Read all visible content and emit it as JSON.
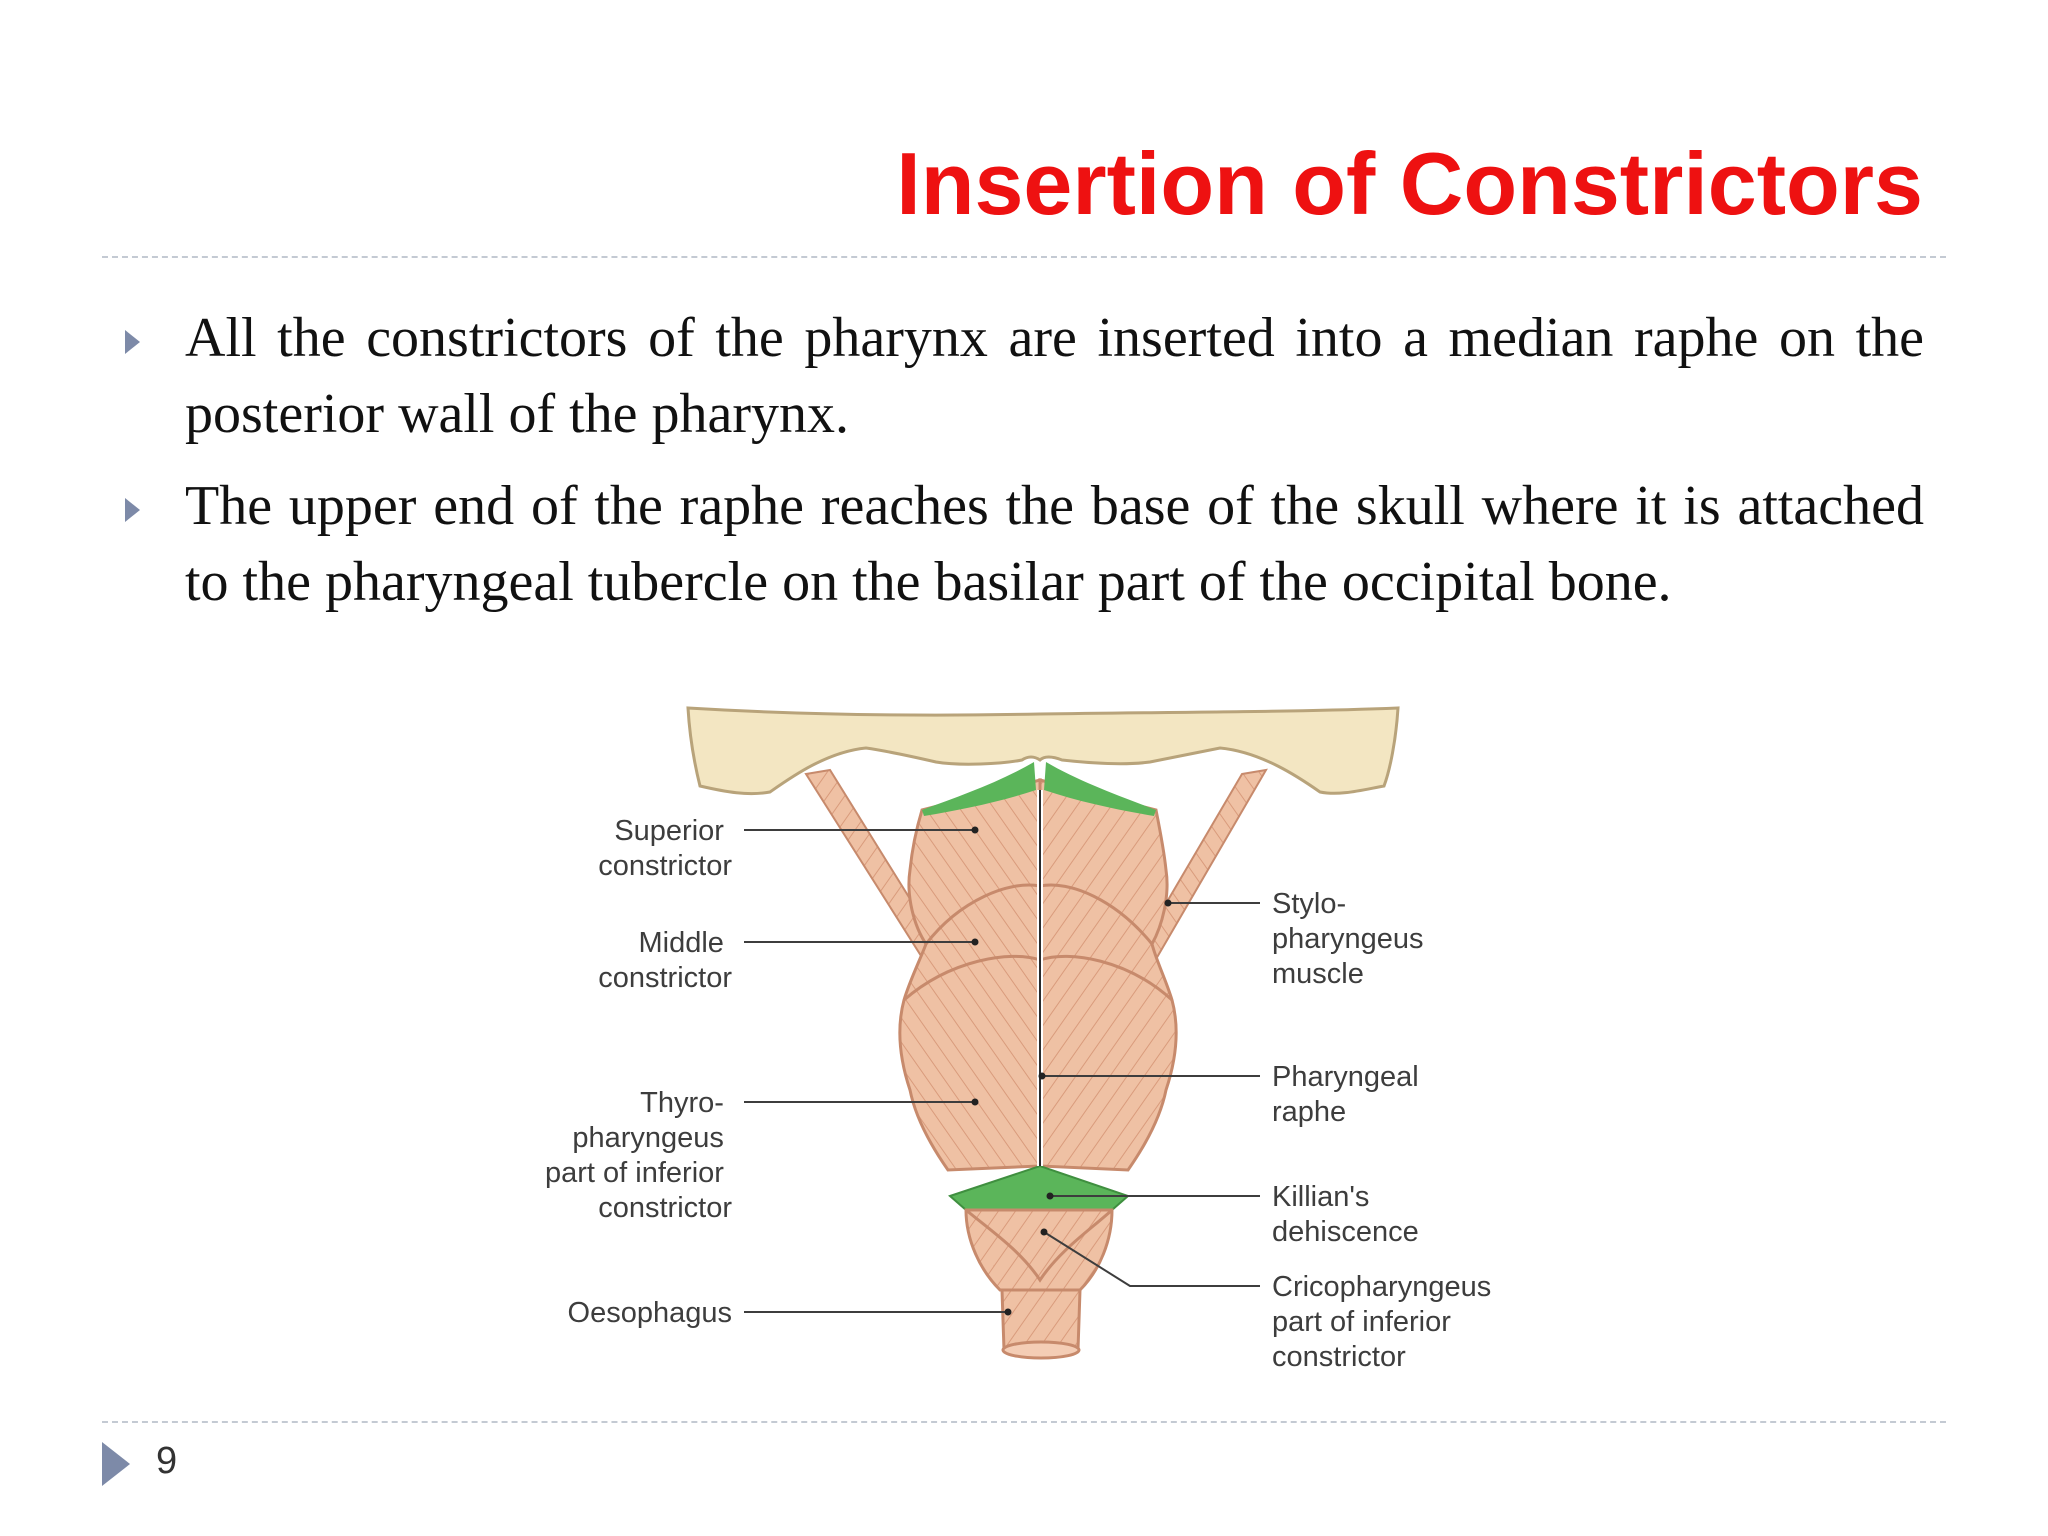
{
  "slide": {
    "title": "Insertion of Constrictors",
    "bullets": [
      {
        "text": "All the constrictors of the pharynx are inserted into a median raphe on the posterior wall of the pharynx."
      },
      {
        "text": "The upper end of the raphe reaches the base of the skull where it is attached to the pharyngeal tubercle on the basilar part of the occipital bone."
      }
    ],
    "page_number": "9"
  },
  "diagram": {
    "labels_left": [
      {
        "lines": [
          "Superior",
          "constrictor"
        ]
      },
      {
        "lines": [
          "Middle",
          "constrictor"
        ]
      },
      {
        "lines": [
          "Thyro-",
          "pharyngeus",
          "part of inferior",
          "constrictor"
        ]
      },
      {
        "lines": [
          "Oesophagus"
        ]
      }
    ],
    "labels_right": [
      {
        "lines": [
          "Stylo-",
          "pharyngeus",
          "muscle"
        ]
      },
      {
        "lines": [
          "Pharyngeal",
          "raphe"
        ]
      },
      {
        "lines": [
          "Killian's",
          "dehiscence"
        ]
      },
      {
        "lines": [
          "Cricopharyngeus",
          "part of inferior",
          "constrictor"
        ]
      }
    ]
  },
  "colors": {
    "title": "#ee1111",
    "bullet_marker": "#7d8aa8",
    "muscle": "#efc1a4",
    "bone": "#f3e6c2",
    "membrane": "#5bb55a"
  }
}
